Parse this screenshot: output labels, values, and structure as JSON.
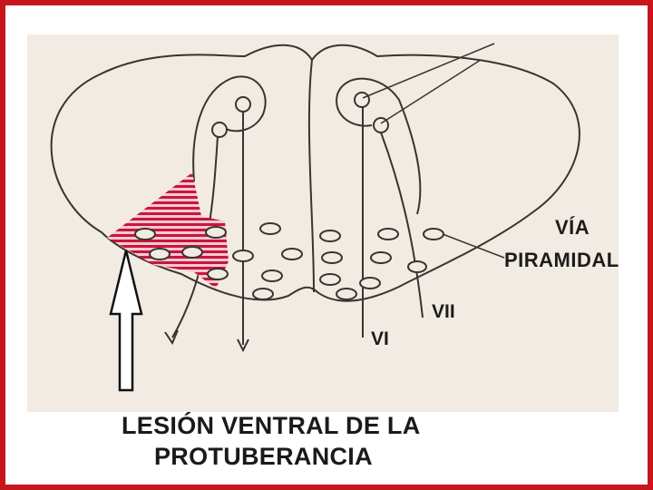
{
  "labels": {
    "via": "VÍA",
    "piramidal": "PIRAMIDAL",
    "vii": "VII",
    "vi": "VI"
  },
  "caption": {
    "line1": "LESIÓN VENTRAL DE LA",
    "line2": "PROTUBERANCIA"
  },
  "colors": {
    "border": "#c8161d",
    "lesion": "#c8163c",
    "background_paper": "#f2ebe3",
    "ink": "#3a3430"
  },
  "icons": {
    "pointer": "up-arrow-icon"
  }
}
